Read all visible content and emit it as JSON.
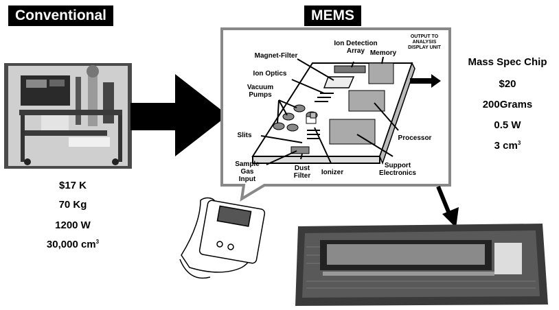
{
  "titles": {
    "conventional": "Conventional",
    "mems": "MEMS"
  },
  "conventional_specs": {
    "cost": "$17 K",
    "mass": "70 Kg",
    "power": "1200 W",
    "volume": "30,000 cm",
    "volume_unit_sup": "3"
  },
  "mems_specs": {
    "name": "Mass Spec Chip",
    "cost": "$20",
    "mass": "200Grams",
    "power": "0.5 W",
    "volume": "3 cm",
    "volume_unit_sup": "3"
  },
  "diagram_labels": {
    "ion_detection_array": "Ion Detection Array",
    "output": "OUTPUT TO ANALYSIS DISPLAY UNIT",
    "magnet_filter": "Magnet-Filter",
    "memory": "Memory",
    "ion_optics": "Ion Optics",
    "vacuum_pumps": "Vacuum Pumps",
    "processor": "Processor",
    "slits": "Slits",
    "sample_gas_input": "Sample Gas Input",
    "dust_filter": "Dust Filter",
    "ionizer": "Ionizer",
    "support_electronics": "Support Electronics"
  }
}
